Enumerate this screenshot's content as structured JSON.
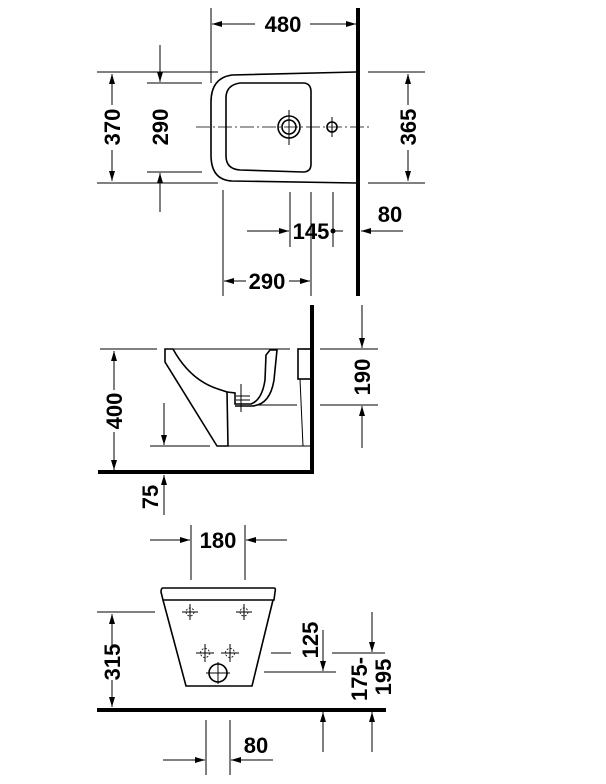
{
  "title": "Wall-mounted bidet dimension drawing",
  "top_view": {
    "width_total": "480",
    "depth_outer": "370",
    "depth_inner": "290",
    "depth_right": "365",
    "drain_offset": "145",
    "wall_offset": "80",
    "bowl_length": "290"
  },
  "side_view": {
    "rim_height": "400",
    "fixing_height": "190",
    "floor_clearance": "75"
  },
  "front_view": {
    "fixing_spacing": "180",
    "fixing_height": "315",
    "supply_height": "125",
    "waste_height_a": "175-",
    "waste_height_b": "195",
    "waste_spacing": "80"
  },
  "colors": {
    "line": "#000000",
    "background": "#ffffff"
  }
}
